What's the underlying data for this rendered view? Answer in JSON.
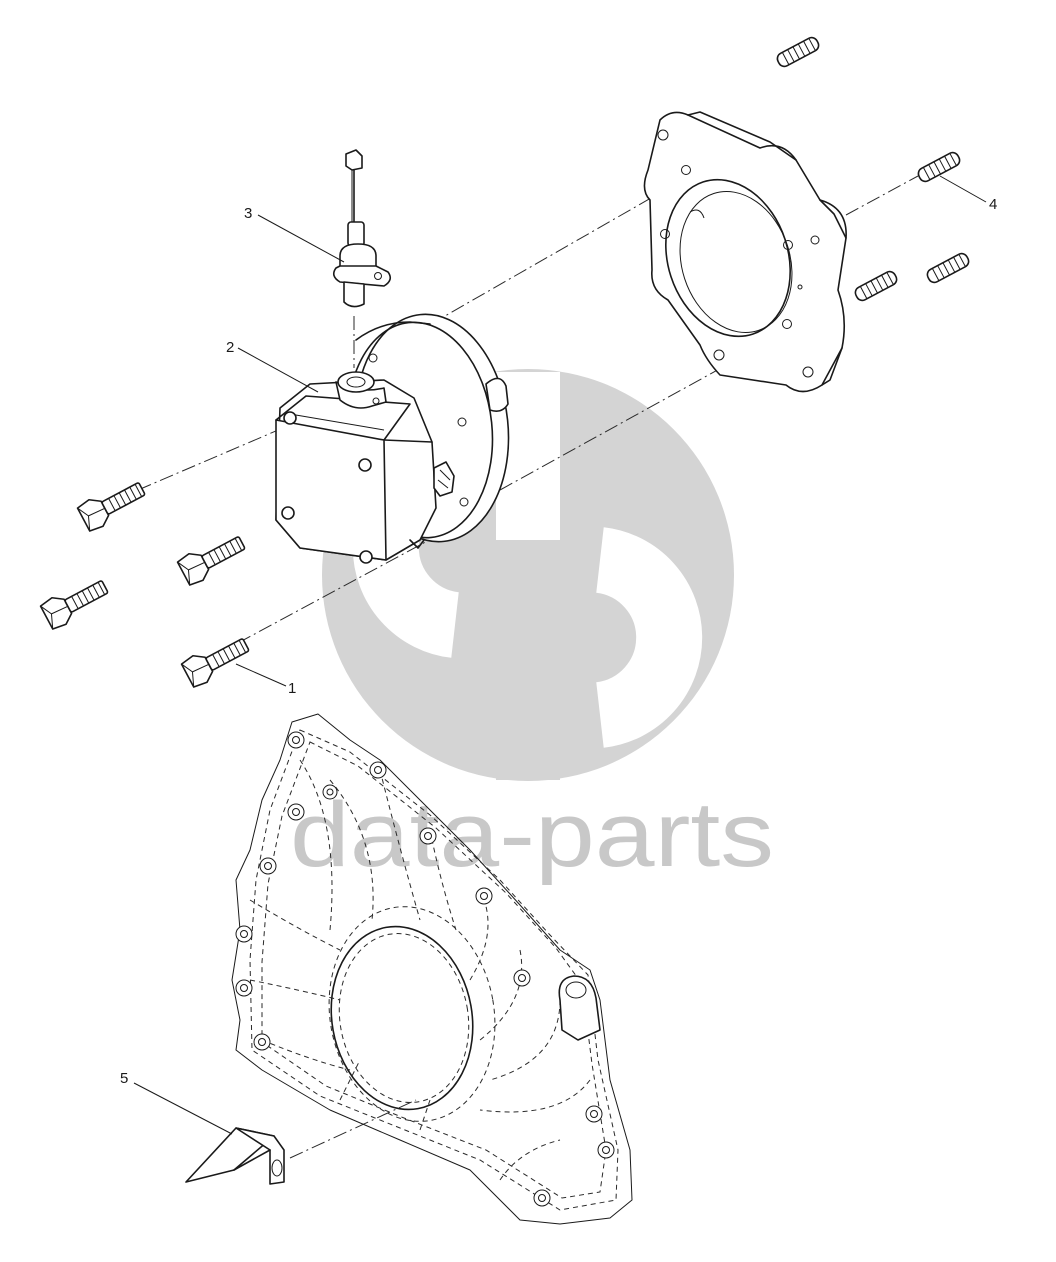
{
  "diagram": {
    "callouts": [
      {
        "id": "1",
        "label": "1"
      },
      {
        "id": "2",
        "label": "2"
      },
      {
        "id": "3",
        "label": "3"
      },
      {
        "id": "4",
        "label": "4"
      },
      {
        "id": "5",
        "label": "5"
      }
    ],
    "watermark": {
      "text": "data-parts",
      "color": "#c8c8c8"
    },
    "parts": [
      {
        "callout": "1",
        "icon": "hex-bolt-icon"
      },
      {
        "callout": "2",
        "icon": "pump-assembly-icon"
      },
      {
        "callout": "3",
        "icon": "speed-sensor-icon"
      },
      {
        "callout": "4",
        "icon": "stud-icon"
      },
      {
        "callout": "5",
        "icon": "bracket-icon"
      }
    ],
    "line_color": "#1a1a1a"
  }
}
